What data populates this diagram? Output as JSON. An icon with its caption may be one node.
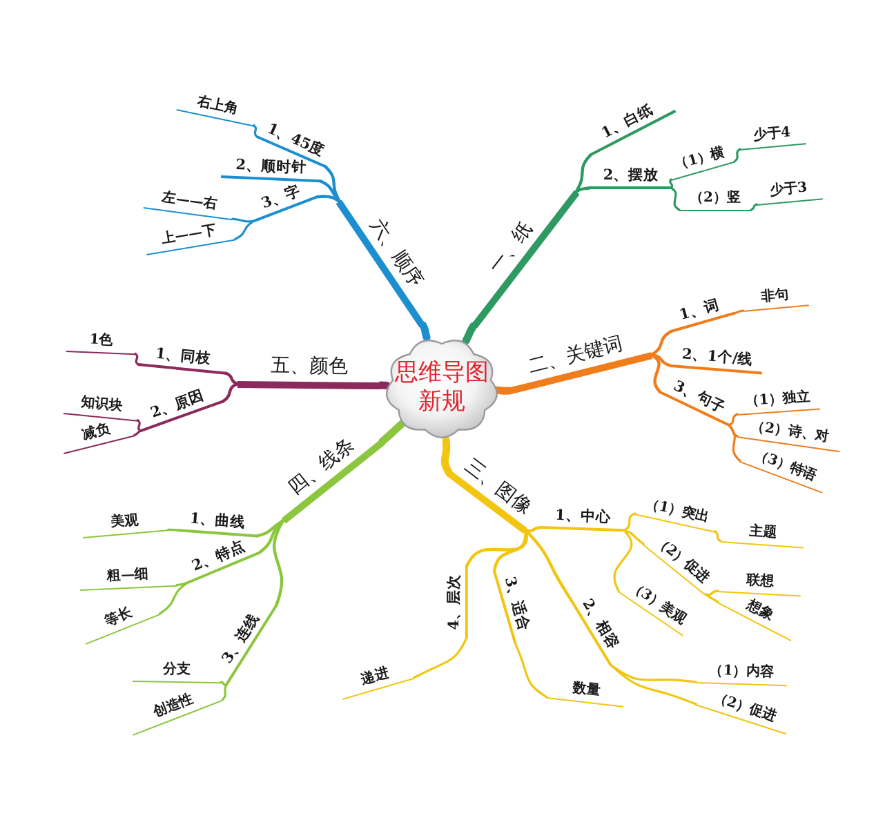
{
  "diagram": {
    "nodes": [
      {
        "text": [
          "思维导图新规"
        ]
      },
      {
        "text": [
          "一、纸"
        ]
      },
      {
        "text": [
          "1、白纸"
        ]
      },
      {
        "text": [
          "2、摆放"
        ]
      },
      {
        "text": [
          "（1）横"
        ]
      },
      {
        "text": [
          "少于4"
        ]
      },
      {
        "text": [
          "（2）竖"
        ]
      },
      {
        "text": [
          "少于3"
        ]
      },
      {
        "text": [
          "二、关键词"
        ]
      },
      {
        "text": [
          "1、词"
        ]
      },
      {
        "text": [
          "非句"
        ]
      },
      {
        "text": [
          "2、1个/线"
        ]
      },
      {
        "text": [
          "3、句子"
        ]
      },
      {
        "text": [
          "（1）独立"
        ]
      },
      {
        "text": [
          "（2）诗、对"
        ]
      },
      {
        "text": [
          "（3）特语"
        ]
      },
      {
        "text": [
          "三、图像"
        ]
      },
      {
        "text": [
          "1、中心"
        ]
      },
      {
        "text": [
          "（1）突出"
        ]
      },
      {
        "text": [
          "主题"
        ]
      },
      {
        "text": [
          "（2）促进"
        ]
      },
      {
        "text": [
          "联想"
        ]
      },
      {
        "text": [
          "想象"
        ]
      },
      {
        "text": [
          "（3）美观"
        ]
      },
      {
        "text": [
          "2、相容"
        ]
      },
      {
        "text": [
          "（1）内容"
        ]
      },
      {
        "text": [
          "（2）促进"
        ]
      },
      {
        "text": [
          "3、适合"
        ]
      },
      {
        "text": [
          "数量"
        ]
      },
      {
        "text": [
          "4、层次"
        ]
      },
      {
        "text": [
          "递进"
        ]
      },
      {
        "text": [
          "四、线条"
        ]
      },
      {
        "text": [
          "1、曲线"
        ]
      },
      {
        "text": [
          "美观"
        ]
      },
      {
        "text": [
          "2、特点"
        ]
      },
      {
        "text": [
          "粗—细"
        ]
      },
      {
        "text": [
          "等长"
        ]
      },
      {
        "text": [
          "3、连线"
        ]
      },
      {
        "text": [
          "分支"
        ]
      },
      {
        "text": [
          "创造性"
        ]
      },
      {
        "text": [
          "五、颜色"
        ]
      },
      {
        "text": [
          "1、同枝"
        ]
      },
      {
        "text": [
          "1色"
        ]
      },
      {
        "text": [
          "2、原因"
        ]
      },
      {
        "text": [
          "知识块"
        ]
      },
      {
        "text": [
          "减负"
        ]
      },
      {
        "text": [
          "六、顺序"
        ]
      },
      {
        "text": [
          "1、45度"
        ]
      },
      {
        "text": [
          "右上角"
        ]
      },
      {
        "text": [
          "2、顺时针"
        ]
      },
      {
        "text": [
          "3、字"
        ]
      },
      {
        "text": [
          "左——右"
        ]
      },
      {
        "text": [
          "上——下"
        ]
      }
    ],
    "edges": [
      {
        "from": 0,
        "to": 1,
        "arrow": "none",
        "style": "thick",
        "color": "#2e9a62"
      },
      {
        "from": 1,
        "to": 2,
        "arrow": "none",
        "color": "#2e9a62"
      },
      {
        "from": 1,
        "to": 3,
        "arrow": "none",
        "color": "#2e9a62"
      },
      {
        "from": 3,
        "to": 4,
        "arrow": "none",
        "color": "#2e9a62"
      },
      {
        "from": 4,
        "to": 5,
        "arrow": "none",
        "color": "#2e9a62"
      },
      {
        "from": 3,
        "to": 6,
        "arrow": "none",
        "color": "#2e9a62"
      },
      {
        "from": 6,
        "to": 7,
        "arrow": "none",
        "color": "#2e9a62"
      },
      {
        "from": 0,
        "to": 8,
        "arrow": "none",
        "style": "thick",
        "color": "#f07d1c"
      },
      {
        "from": 8,
        "to": 9,
        "arrow": "none",
        "color": "#f07d1c"
      },
      {
        "from": 9,
        "to": 10,
        "arrow": "none",
        "color": "#f07d1c"
      },
      {
        "from": 8,
        "to": 11,
        "arrow": "none",
        "color": "#f07d1c"
      },
      {
        "from": 8,
        "to": 12,
        "arrow": "none",
        "color": "#f07d1c"
      },
      {
        "from": 12,
        "to": 13,
        "arrow": "none",
        "color": "#f07d1c"
      },
      {
        "from": 12,
        "to": 14,
        "arrow": "none",
        "color": "#f07d1c"
      },
      {
        "from": 12,
        "to": 15,
        "arrow": "none",
        "color": "#f07d1c"
      },
      {
        "from": 0,
        "to": 16,
        "arrow": "none",
        "style": "thick",
        "color": "#f2c511"
      },
      {
        "from": 16,
        "to": 17,
        "arrow": "none",
        "color": "#f2c511"
      },
      {
        "from": 17,
        "to": 18,
        "arrow": "none",
        "color": "#f2c511"
      },
      {
        "from": 18,
        "to": 19,
        "arrow": "none",
        "color": "#f2c511"
      },
      {
        "from": 17,
        "to": 20,
        "arrow": "none",
        "color": "#f2c511"
      },
      {
        "from": 20,
        "to": 21,
        "arrow": "none",
        "color": "#f2c511"
      },
      {
        "from": 20,
        "to": 22,
        "arrow": "none",
        "color": "#f2c511"
      },
      {
        "from": 17,
        "to": 23,
        "arrow": "none",
        "color": "#f2c511"
      },
      {
        "from": 16,
        "to": 24,
        "arrow": "none",
        "color": "#f2c511"
      },
      {
        "from": 24,
        "to": 25,
        "arrow": "none",
        "color": "#f2c511"
      },
      {
        "from": 24,
        "to": 26,
        "arrow": "none",
        "color": "#f2c511"
      },
      {
        "from": 16,
        "to": 27,
        "arrow": "none",
        "color": "#f2c511"
      },
      {
        "from": 27,
        "to": 28,
        "arrow": "none",
        "color": "#f2c511"
      },
      {
        "from": 16,
        "to": 29,
        "arrow": "none",
        "color": "#f2c511"
      },
      {
        "from": 29,
        "to": 30,
        "arrow": "none",
        "color": "#f2c511"
      },
      {
        "from": 0,
        "to": 31,
        "arrow": "none",
        "style": "thick",
        "color": "#8cc63e"
      },
      {
        "from": 31,
        "to": 32,
        "arrow": "none",
        "color": "#8cc63e"
      },
      {
        "from": 32,
        "to": 33,
        "arrow": "none",
        "color": "#8cc63e"
      },
      {
        "from": 31,
        "to": 34,
        "arrow": "none",
        "color": "#8cc63e"
      },
      {
        "from": 34,
        "to": 35,
        "arrow": "none",
        "color": "#8cc63e"
      },
      {
        "from": 34,
        "to": 36,
        "arrow": "none",
        "color": "#8cc63e"
      },
      {
        "from": 31,
        "to": 37,
        "arrow": "none",
        "color": "#8cc63e"
      },
      {
        "from": 37,
        "to": 38,
        "arrow": "none",
        "color": "#8cc63e"
      },
      {
        "from": 37,
        "to": 39,
        "arrow": "none",
        "color": "#8cc63e"
      },
      {
        "from": 0,
        "to": 40,
        "arrow": "none",
        "style": "thick",
        "color": "#8b2a5b"
      },
      {
        "from": 40,
        "to": 41,
        "arrow": "none",
        "color": "#8b2a5b"
      },
      {
        "from": 41,
        "to": 42,
        "arrow": "none",
        "color": "#8b2a5b"
      },
      {
        "from": 40,
        "to": 43,
        "arrow": "none",
        "color": "#8b2a5b"
      },
      {
        "from": 43,
        "to": 44,
        "arrow": "none",
        "color": "#8b2a5b"
      },
      {
        "from": 43,
        "to": 45,
        "arrow": "none",
        "color": "#8b2a5b"
      },
      {
        "from": 0,
        "to": 46,
        "arrow": "none",
        "style": "thick",
        "color": "#1d8fd1"
      },
      {
        "from": 46,
        "to": 47,
        "arrow": "none",
        "color": "#1d8fd1"
      },
      {
        "from": 47,
        "to": 48,
        "arrow": "none",
        "color": "#1d8fd1"
      },
      {
        "from": 46,
        "to": 49,
        "arrow": "none",
        "color": "#1d8fd1"
      },
      {
        "from": 46,
        "to": 50,
        "arrow": "none",
        "color": "#1d8fd1"
      },
      {
        "from": 50,
        "to": 51,
        "arrow": "none",
        "color": "#1d8fd1"
      },
      {
        "from": 50,
        "to": 52,
        "arrow": "none",
        "color": "#1d8fd1"
      }
    ]
  }
}
